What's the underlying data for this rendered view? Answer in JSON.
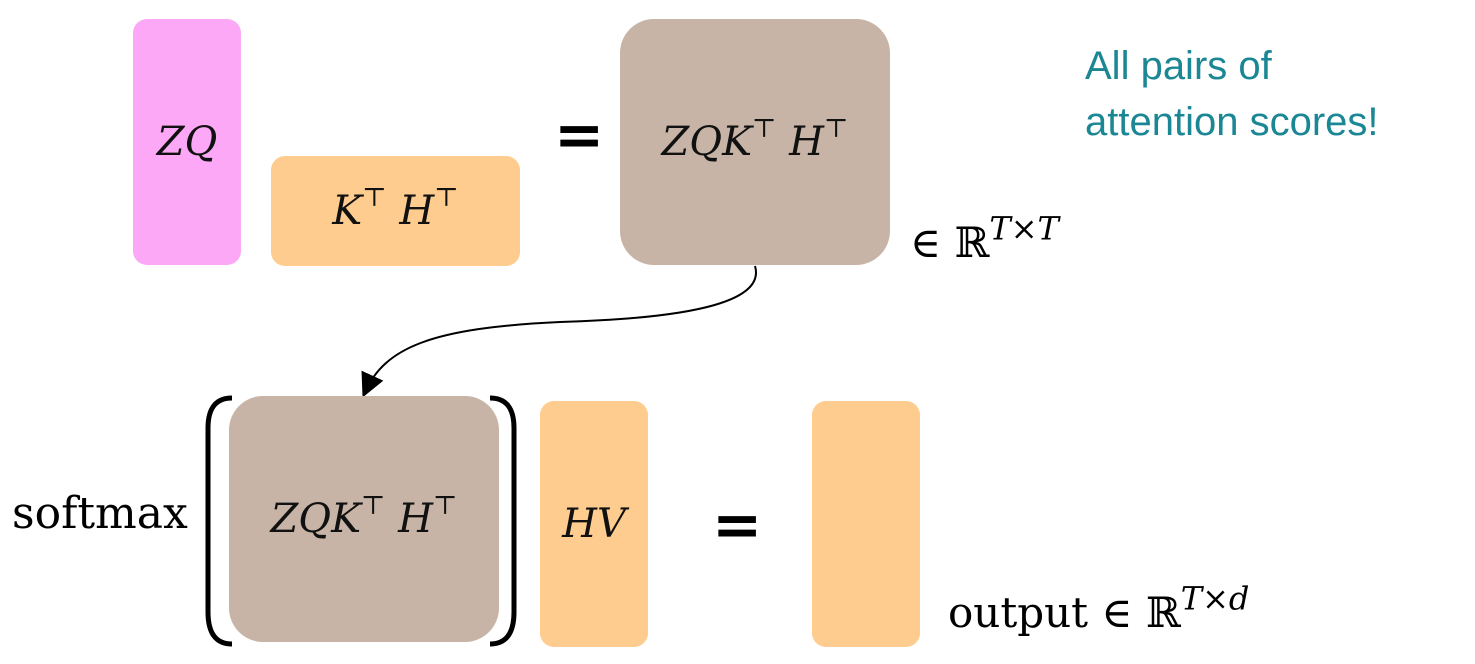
{
  "top": {
    "zq_label": "ZQ",
    "kh_label": "K",
    "kh_sup1": "⊤",
    "kh_label2": " H",
    "kh_sup2": "⊤",
    "equals": "=",
    "score_label": "ZQK",
    "score_sup1": "⊤",
    "score_label2": " H",
    "score_sup2": "⊤",
    "membership": "∈ ℝ",
    "membership_sup": "T×T"
  },
  "note": {
    "line1": "All pairs of",
    "line2": "attention scores!"
  },
  "bottom": {
    "softmax_label": "softmax",
    "score_label": "ZQK",
    "score_sup1": "⊤",
    "score_label2": " H",
    "score_sup2": "⊤",
    "hv_label": "HV",
    "equals": "=",
    "output_label": "output ∈ ℝ",
    "output_sup": "T×d"
  },
  "colors": {
    "pink": "#fca8f7",
    "orange": "#ffcc8f",
    "taupe": "#c7b4a6",
    "teal": "#1b8794"
  }
}
